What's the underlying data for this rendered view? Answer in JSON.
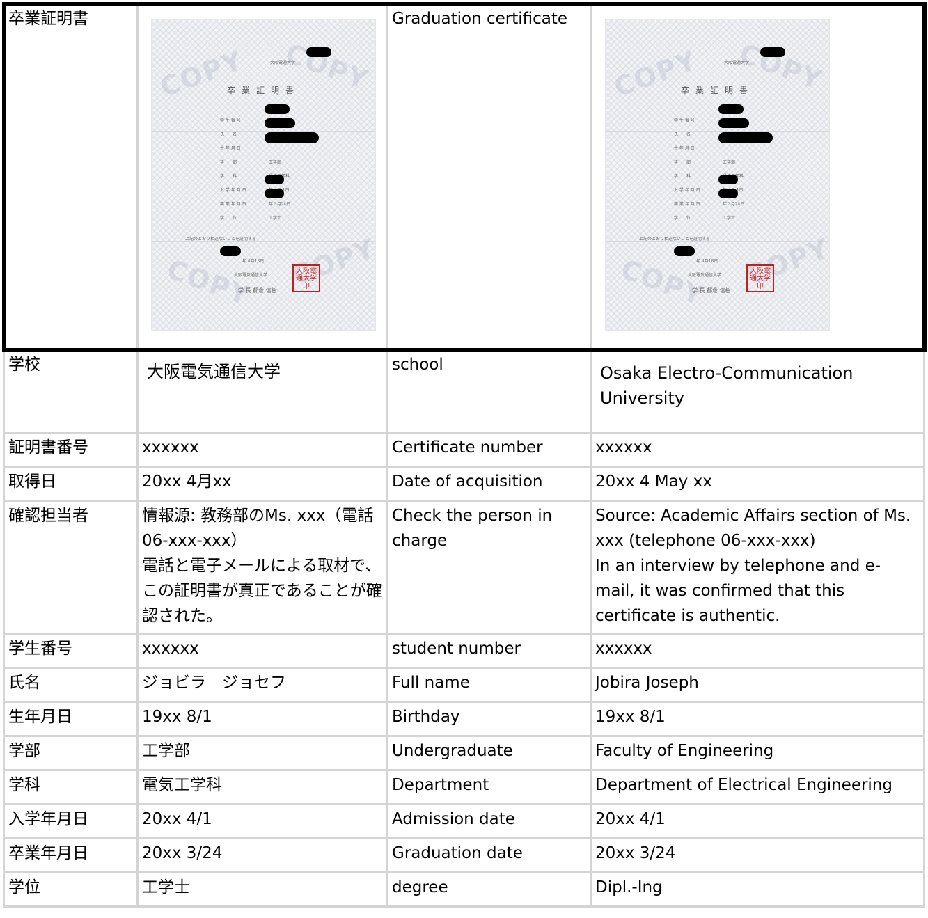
{
  "certificate_row": {
    "label_ja": "卒業証明書",
    "label_en": "Graduation certificate",
    "image": {
      "issuer_line": "大阪電通大学",
      "title": "卒業証明書",
      "field_labels": [
        "学 生 番 号",
        "氏　　名",
        "生 年 月 日",
        "学　　部",
        "学　　科",
        "入 学 年 月 日",
        "卒 業 年 月 日",
        "学　　位"
      ],
      "field_values": [
        "",
        "",
        "",
        "工学部",
        "通信工学科",
        "年 4月 1日",
        "年 3月24日",
        "工学士"
      ],
      "statement": "上記のとおり相違ないことを証明する",
      "issue_date": "年 4月18日",
      "university": "大阪電気通信大学",
      "president": "学 長 都倉 信樹",
      "seal_text": "大阪電通大学印",
      "watermark": "COPY"
    }
  },
  "rows": [
    {
      "ja": "学校",
      "ja_value": "大阪電気通信大学",
      "en": "school",
      "en_value": "Osaka Electro-Communication University"
    },
    {
      "ja": "証明書番号",
      "ja_value": "xxxxxx",
      "en": "Certificate number",
      "en_value": "xxxxxx"
    },
    {
      "ja": "取得日",
      "ja_value": "20xx 4月xx",
      "en": "Date of acquisition",
      "en_value": "20xx 4 May xx"
    },
    {
      "ja": "確認担当者",
      "ja_value": "情報源: 教務部のMs. xxx（電話 06-xxx-xxx）\n電話と電子メールによる取材で、この証明書が真正であることが確認された。",
      "en": "Check the person in charge",
      "en_value": "Source: Academic Affairs section of Ms. xxx (telephone 06-xxx-xxx)\nIn an interview by telephone and e-mail, it was confirmed that this certificate is authentic."
    },
    {
      "ja": "学生番号",
      "ja_value": "xxxxxx",
      "en": "student number",
      "en_value": "xxxxxx"
    },
    {
      "ja": "氏名",
      "ja_value": "ジョビラ　ジョセフ",
      "en": "Full name",
      "en_value": "Jobira Joseph"
    },
    {
      "ja": "生年月日",
      "ja_value": "19xx 8/1",
      "en": "Birthday",
      "en_value": "19xx 8/1"
    },
    {
      "ja": "学部",
      "ja_value": "工学部",
      "en": "Undergraduate",
      "en_value": "Faculty of Engineering"
    },
    {
      "ja": "学科",
      "ja_value": "電気工学科",
      "en": "Department",
      "en_value": "Department of Electrical Engineering"
    },
    {
      "ja": "入学年月日",
      "ja_value": "20xx 4/1",
      "en": "Admission date",
      "en_value": "20xx 4/1"
    },
    {
      "ja": "卒業年月日",
      "ja_value": "20xx 3/24",
      "en": "Graduation date",
      "en_value": "20xx 3/24"
    },
    {
      "ja": "学位",
      "ja_value": "工学士",
      "en": "degree",
      "en_value": "Dipl.-Ing"
    }
  ]
}
